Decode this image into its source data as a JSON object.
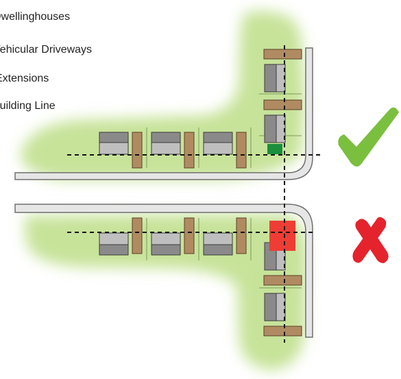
{
  "legend": {
    "items": [
      {
        "key": "dwellinghouses",
        "label": "Dwellinghouses"
      },
      {
        "key": "vehicular_driveways",
        "label": "Vehicular Driveways"
      },
      {
        "key": "extensions",
        "label": "Extensions"
      },
      {
        "key": "building_line",
        "label": "Building Line"
      }
    ]
  },
  "colors": {
    "green_area": "#c7e39a",
    "green_glow": "#c9e6a0",
    "house_light": "#bfbfbf",
    "house_dark": "#8a8a8a",
    "house_stroke": "#3a3a3a",
    "driveway": "#b08b62",
    "driveway_stroke": "#5a4126",
    "road_fill": "#e6e6e6",
    "road_stroke": "#6f6f6f",
    "extension_ok": "#1b8f3c",
    "extension_bad": "#ee3d35",
    "check_mark": "#7bbf3f",
    "cross_mark": "#e5232c"
  },
  "icons": {
    "approved": "check-mark-icon",
    "rejected": "cross-mark-icon"
  }
}
